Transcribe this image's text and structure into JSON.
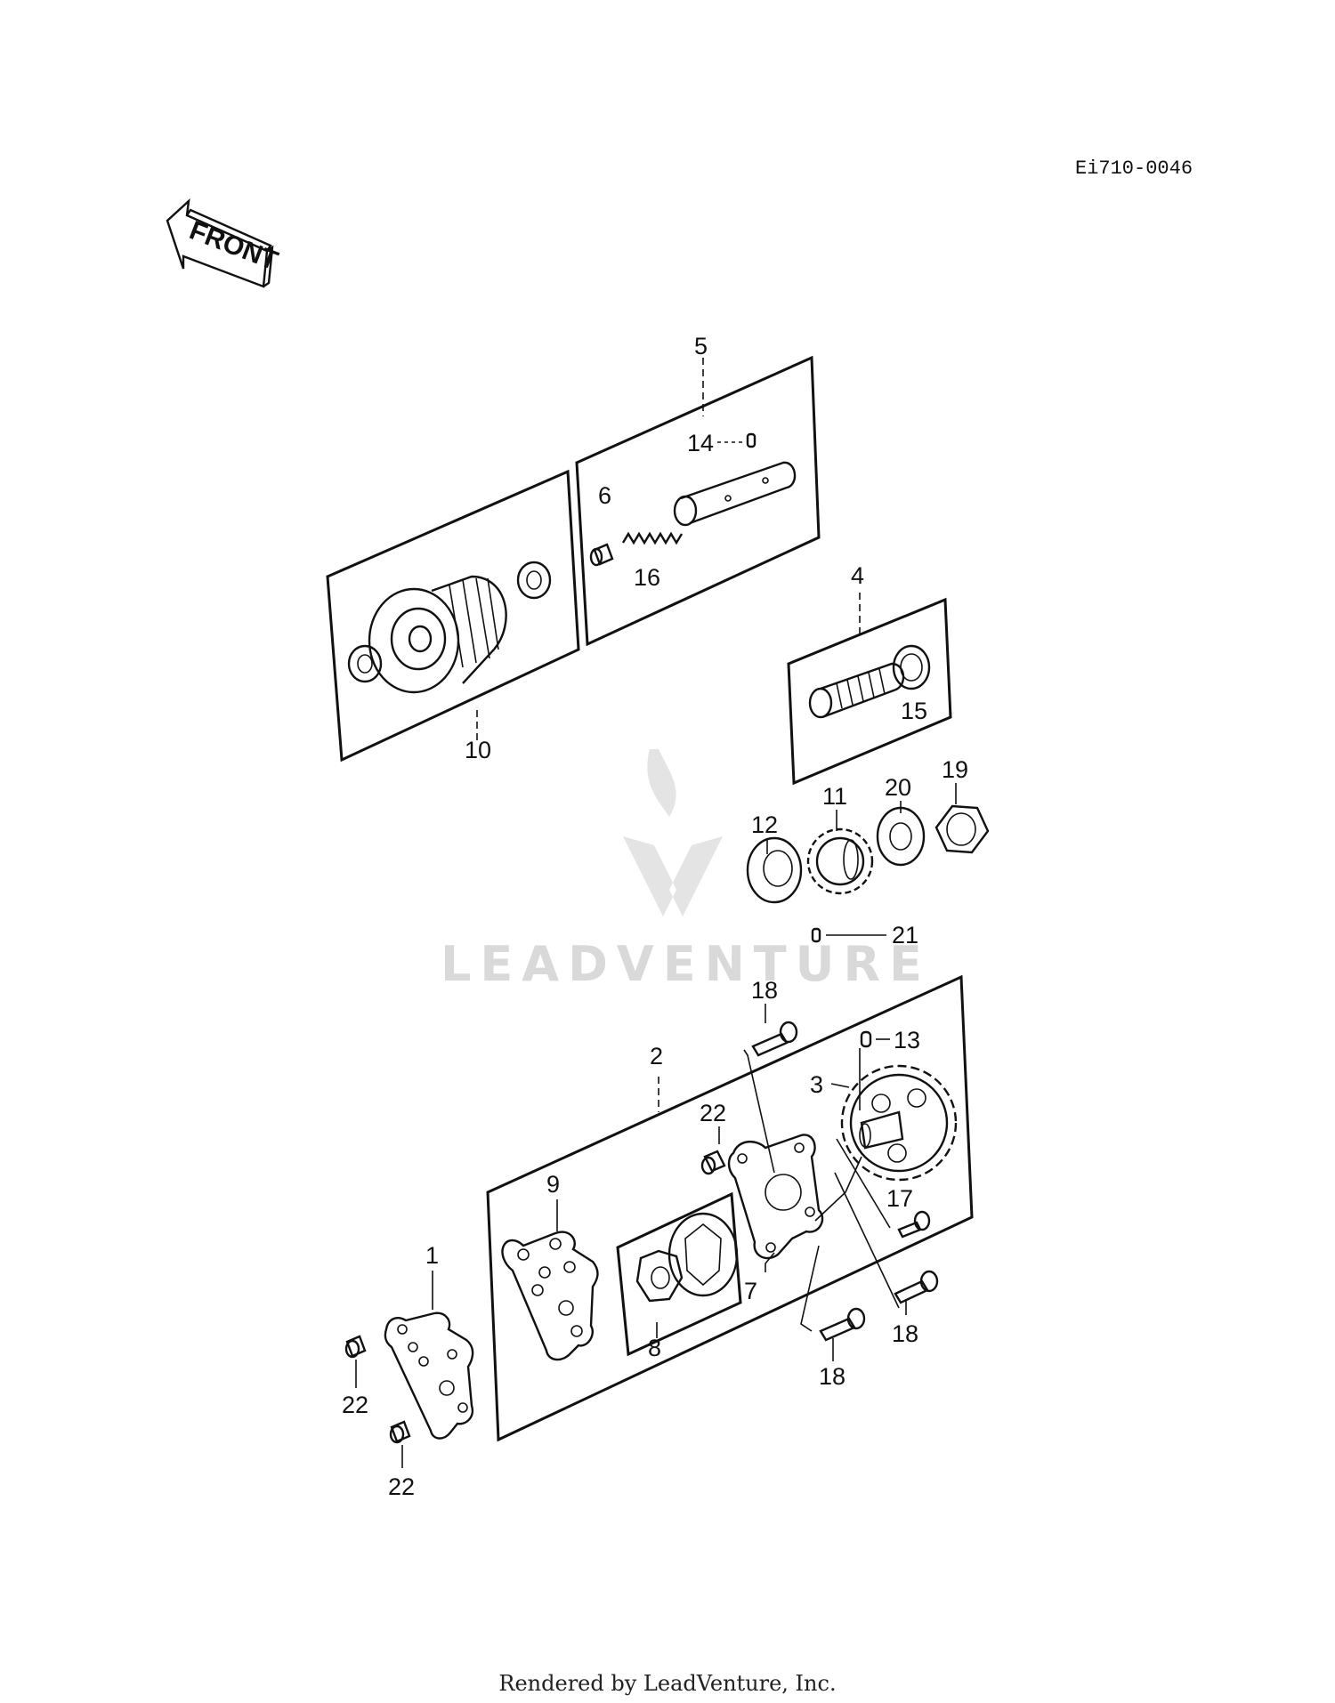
{
  "diagram_code": "Ei710-0046",
  "front_label": "FRONT",
  "watermark": "LEADVENTURE",
  "footer": "Rendered by LeadVenture, Inc.",
  "callouts": {
    "c1": "1",
    "c2": "2",
    "c3": "3",
    "c4": "4",
    "c5": "5",
    "c6": "6",
    "c7": "7",
    "c8": "8",
    "c9": "9",
    "c10": "10",
    "c11": "11",
    "c12": "12",
    "c13": "13",
    "c14": "14",
    "c15": "15",
    "c16": "16",
    "c17": "17",
    "c18a": "18",
    "c18b": "18",
    "c18c": "18",
    "c19": "19",
    "c20": "20",
    "c21": "21",
    "c22a": "22",
    "c22b": "22",
    "c22c": "22"
  }
}
